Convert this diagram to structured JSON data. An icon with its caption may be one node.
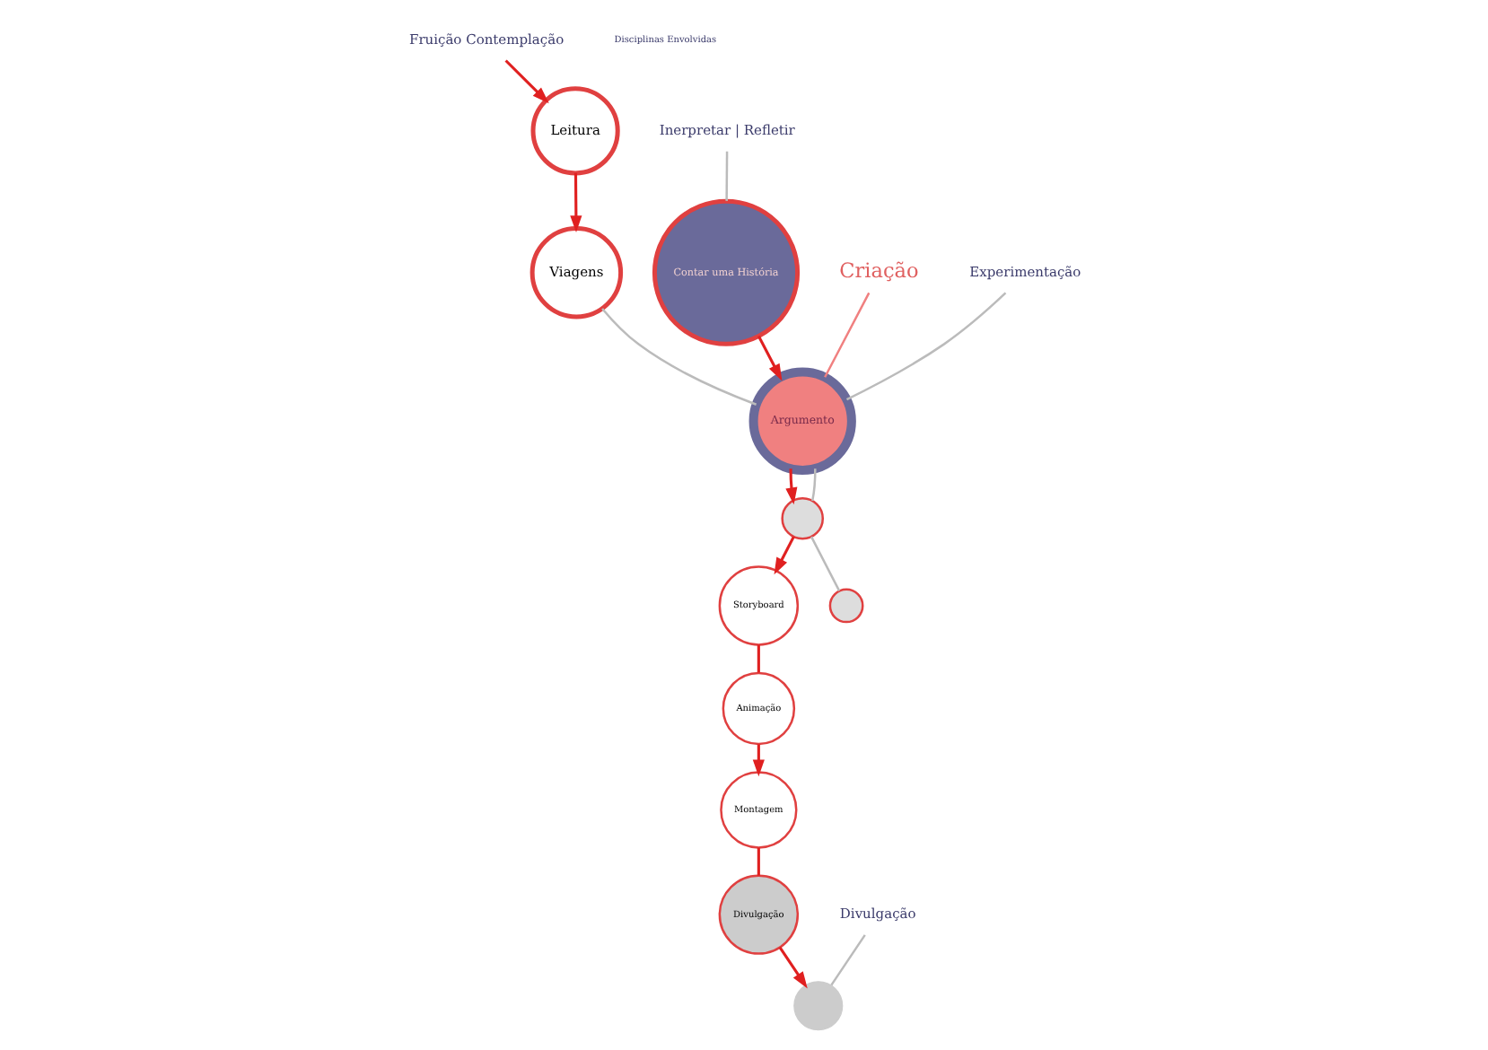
{
  "diagram": {
    "nodes": [
      {
        "text": [
          "Fruição Contemplação"
        ]
      },
      {
        "text": [
          "Leitura"
        ]
      },
      {
        "text": [
          "Viagens"
        ]
      },
      {
        "text": [
          "Contar uma História"
        ]
      },
      {
        "text": [
          "Inerpretar | Refletir"
        ]
      },
      {
        "text": [
          "Criação"
        ]
      },
      {
        "text": [
          "Experimentação"
        ]
      },
      {
        "text": [
          "Argumento"
        ]
      },
      {
        "text": [],
        "shape": "circle"
      },
      {
        "text": [
          "Storyboard"
        ]
      },
      {
        "text": [],
        "shape": "circle"
      },
      {
        "text": [
          "Animação"
        ]
      },
      {
        "text": [
          "Montagem"
        ]
      },
      {
        "text": [
          "Divulgação"
        ]
      },
      {
        "text": [
          "Divulgação"
        ]
      },
      {
        "text": [],
        "shape": "circle"
      }
    ],
    "edges": [
      {
        "from": 0,
        "to": 1,
        "arrow": "to"
      },
      {
        "from": 1,
        "to": 2,
        "arrow": "to"
      },
      {
        "from": 4,
        "to": 3,
        "arrow": "none",
        "color": "#bbbbbb"
      },
      {
        "from": 3,
        "to": 7,
        "arrow": "to"
      },
      {
        "from": 2,
        "to": 7,
        "arrow": "none",
        "color": "#bbbbbb"
      },
      {
        "from": 6,
        "to": 7,
        "arrow": "none",
        "color": "#bbbbbb"
      },
      {
        "from": 5,
        "to": 7,
        "arrow": "none",
        "color": "#f08080"
      },
      {
        "from": 7,
        "to": 8,
        "arrow": "to"
      },
      {
        "from": 7,
        "to": 8,
        "arrow": "none",
        "color": "#bbbbbb"
      },
      {
        "from": 8,
        "to": 9,
        "arrow": "to"
      },
      {
        "from": 8,
        "to": 10,
        "arrow": "none",
        "color": "#bbbbbb"
      },
      {
        "from": 9,
        "to": 11,
        "arrow": "none"
      },
      {
        "from": 11,
        "to": 12,
        "arrow": "to"
      },
      {
        "from": 12,
        "to": 13,
        "arrow": "none"
      },
      {
        "from": 13,
        "to": 15,
        "arrow": "to"
      },
      {
        "from": 14,
        "to": 15,
        "arrow": "none",
        "color": "#bbbbbb"
      }
    ],
    "labels": [
      "Disciplinas Envolvidas"
    ]
  }
}
